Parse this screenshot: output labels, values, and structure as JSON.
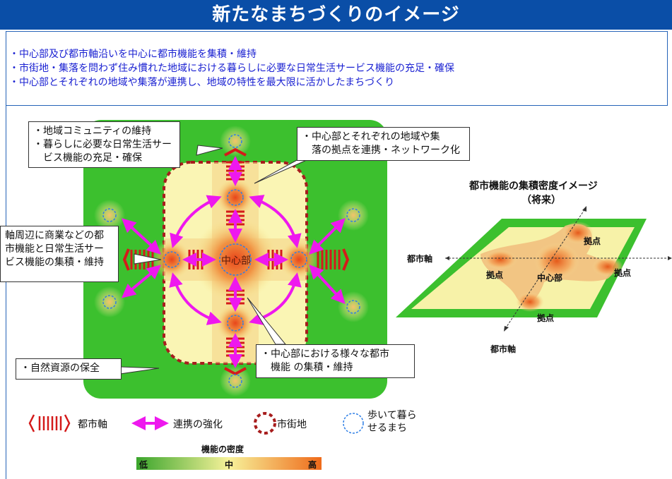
{
  "header": {
    "title": "新たなまちづくりのイメージ"
  },
  "summary": {
    "lines": [
      "・中心部及び都市軸沿いを中心に都市機能を集積・維持",
      "・市街地・集落を問わず住み慣れた地域における暮らしに必要な日常生活サービス機能の充足・確保",
      "・中心部とそれぞれの地域や集落が連携し、地域の特性を最大限に活かしたまちづくり"
    ]
  },
  "diagram": {
    "center_label": "中心部",
    "callouts": {
      "top_left": [
        "・地域コミュニティの維持",
        "・暮らしに必要な日常生活サー",
        "　ビス機能の充足・確保"
      ],
      "top_right": [
        "・中心部とそれぞれの地域や集",
        "　落の拠点を連携・ネットワーク化"
      ],
      "left": [
        "軸周辺に商業などの都",
        "市機能と日常生活サー",
        "ビス機能の集積・維持"
      ],
      "bottom_left": [
        "・自然資源の保全"
      ],
      "bottom_right": [
        "・中心部における様々な都市",
        "　機能 の集積・維持"
      ]
    }
  },
  "legend": {
    "items": [
      "都市軸",
      "連携の強化",
      "市街地",
      "歩いて暮ら\nせるまち"
    ],
    "density_title": "機能の密度",
    "density_labels": [
      "低",
      "中",
      "高"
    ],
    "gradient_colors": [
      "#3aa52c",
      "#f7f29a",
      "#ef6a1a"
    ]
  },
  "density_map": {
    "title": "都市機能の集積密度イメージ",
    "subtitle": "（将来）",
    "axis_label": "都市軸",
    "axis_label_bottom": "都市軸",
    "center_label": "中心部",
    "hub_label": "拠点"
  },
  "colors": {
    "header_bg": "#0a4ea7",
    "summary_text": "#1b22d2",
    "green": "#3cc02e",
    "magenta": "#ee18ee",
    "axis_red": "#d41a1a"
  }
}
